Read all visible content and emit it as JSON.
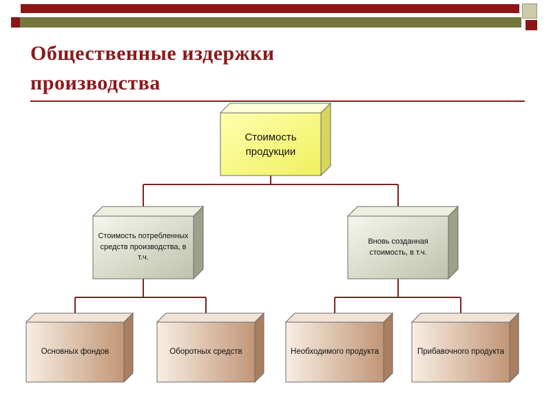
{
  "slide": {
    "title": "Общественные издержки производства",
    "title_line1": "Общественные издержки",
    "title_line2": "производства"
  },
  "diagram": {
    "root": {
      "label": "Стоимость продукции"
    },
    "level2": [
      {
        "label": "Стоимость потребленных средств производства, в т.ч."
      },
      {
        "label": "Вновь созданная стоимость, в т.ч."
      }
    ],
    "level3": [
      {
        "label": "Основных фондов"
      },
      {
        "label": "Оборотных средств"
      },
      {
        "label": "Необходимого продукта"
      },
      {
        "label": "Прибавочного продукта"
      }
    ]
  },
  "colors": {
    "accent_maroon": "#8c1616",
    "accent_olive": "#74763b",
    "title_text": "#8c191c",
    "connector": "#7c2123",
    "cube_yellow": "#ffff99",
    "cube_green_gray": "#c9cbb6",
    "cube_tan": "#d9b292"
  }
}
